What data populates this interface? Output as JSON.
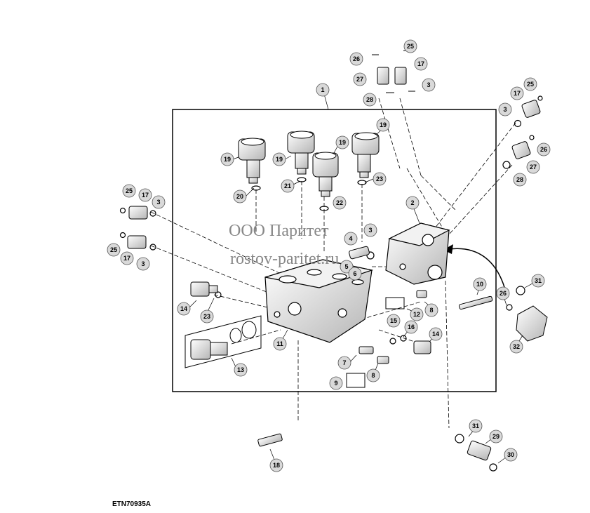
{
  "figure_id": "ETN70935A",
  "watermark": {
    "line1": "ООО Паритет",
    "line2": "rostov-paritet.ru"
  },
  "callouts": [
    {
      "id": "c1",
      "label": "1"
    },
    {
      "id": "c2",
      "label": "2"
    },
    {
      "id": "c3a",
      "label": "3"
    },
    {
      "id": "c3b",
      "label": "3"
    },
    {
      "id": "c3c",
      "label": "3"
    },
    {
      "id": "c3d",
      "label": "3"
    },
    {
      "id": "c3e",
      "label": "3"
    },
    {
      "id": "c4",
      "label": "4"
    },
    {
      "id": "c5",
      "label": "5"
    },
    {
      "id": "c6",
      "label": "6"
    },
    {
      "id": "c7",
      "label": "7"
    },
    {
      "id": "c8a",
      "label": "8"
    },
    {
      "id": "c8b",
      "label": "8"
    },
    {
      "id": "c9",
      "label": "9"
    },
    {
      "id": "c10",
      "label": "10"
    },
    {
      "id": "c11",
      "label": "11"
    },
    {
      "id": "c12",
      "label": "12"
    },
    {
      "id": "c13",
      "label": "13"
    },
    {
      "id": "c14a",
      "label": "14"
    },
    {
      "id": "c14b",
      "label": "14"
    },
    {
      "id": "c15",
      "label": "15"
    },
    {
      "id": "c16",
      "label": "16"
    },
    {
      "id": "c17a",
      "label": "17"
    },
    {
      "id": "c17b",
      "label": "17"
    },
    {
      "id": "c17c",
      "label": "17"
    },
    {
      "id": "c17d",
      "label": "17"
    },
    {
      "id": "c18",
      "label": "18"
    },
    {
      "id": "c19a",
      "label": "19"
    },
    {
      "id": "c19b",
      "label": "19"
    },
    {
      "id": "c19c",
      "label": "19"
    },
    {
      "id": "c19d",
      "label": "19"
    },
    {
      "id": "c20",
      "label": "20"
    },
    {
      "id": "c21",
      "label": "21"
    },
    {
      "id": "c22",
      "label": "22"
    },
    {
      "id": "c23a",
      "label": "23"
    },
    {
      "id": "c23b",
      "label": "23"
    },
    {
      "id": "c25a",
      "label": "25"
    },
    {
      "id": "c25b",
      "label": "25"
    },
    {
      "id": "c25c",
      "label": "25"
    },
    {
      "id": "c25d",
      "label": "25"
    },
    {
      "id": "c26a",
      "label": "26"
    },
    {
      "id": "c26b",
      "label": "26"
    },
    {
      "id": "c26c",
      "label": "26"
    },
    {
      "id": "c27a",
      "label": "27"
    },
    {
      "id": "c27b",
      "label": "27"
    },
    {
      "id": "c28a",
      "label": "28"
    },
    {
      "id": "c28b",
      "label": "28"
    },
    {
      "id": "c29",
      "label": "29"
    },
    {
      "id": "c30",
      "label": "30"
    },
    {
      "id": "c31a",
      "label": "31"
    },
    {
      "id": "c31b",
      "label": "31"
    },
    {
      "id": "c32",
      "label": "32"
    }
  ],
  "colors": {
    "line": "#000000",
    "callout_fill": "#d9d9d9",
    "part_fill": "#ffffff",
    "part_shade": "#bfbfbf",
    "watermark": "#888888"
  }
}
